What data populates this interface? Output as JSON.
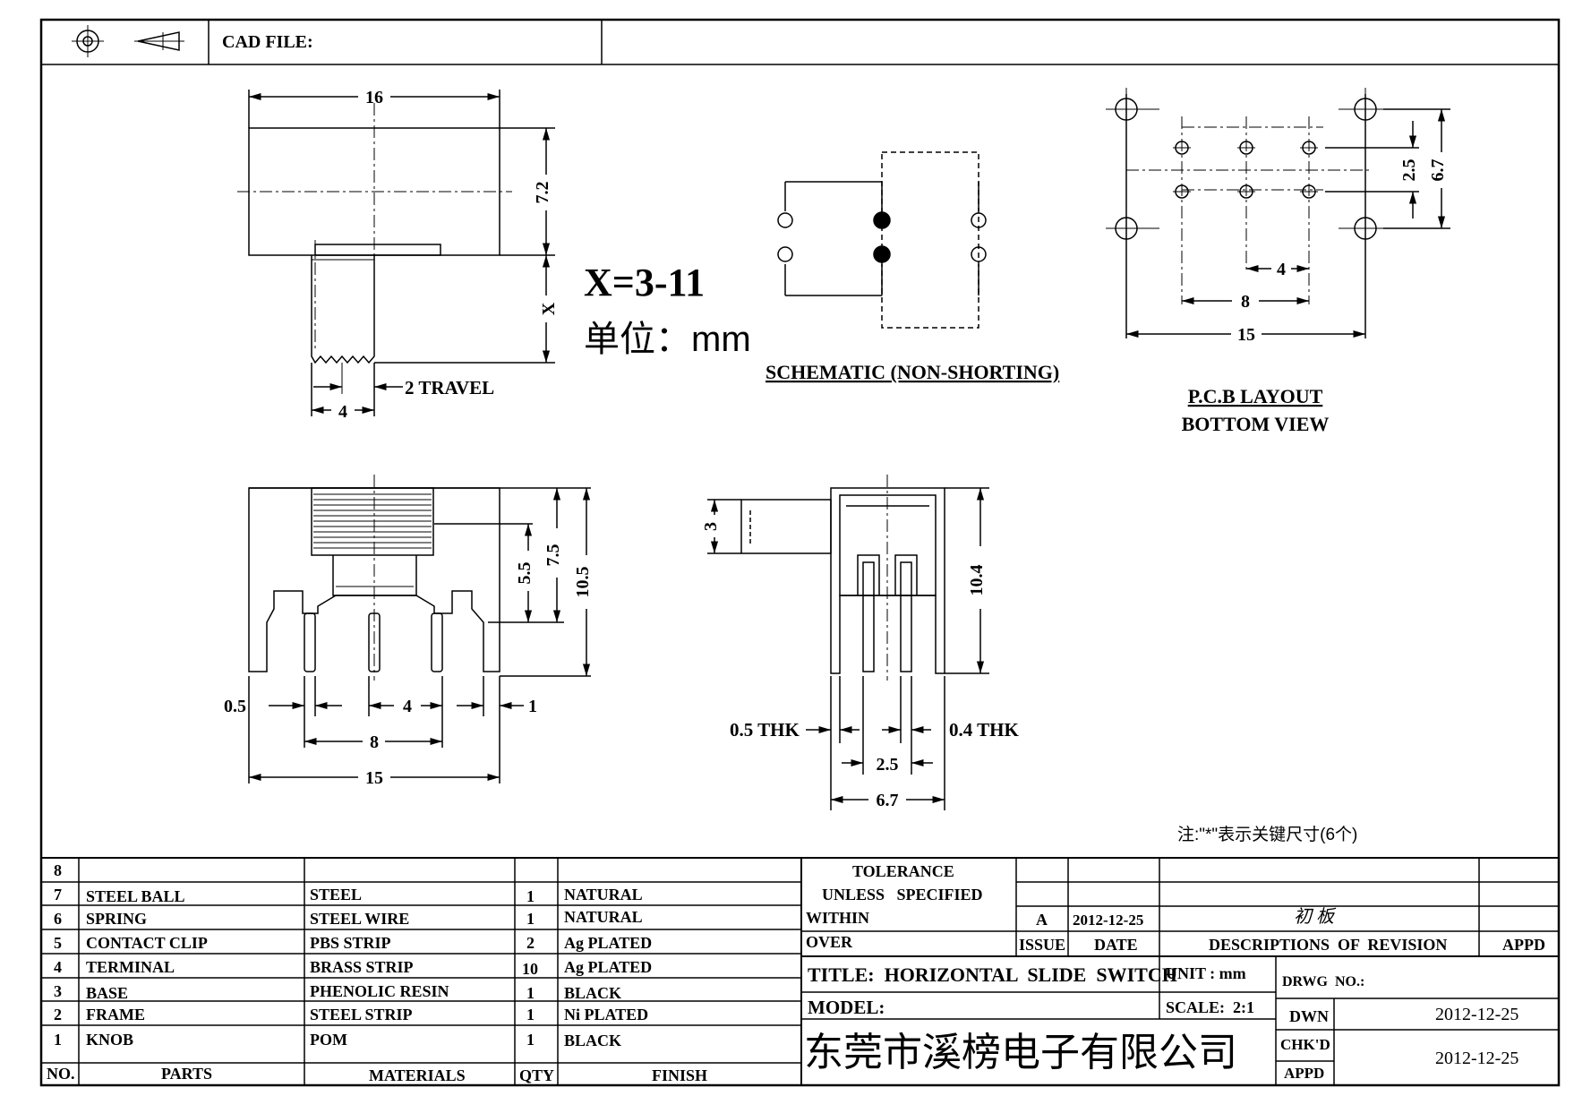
{
  "header": {
    "cad_file_label": "CAD FILE:"
  },
  "top_view": {
    "width": "16",
    "height": "7.2",
    "x_label": "X",
    "travel": "2 TRAVEL",
    "knob_width": "4"
  },
  "x_range": "X=3-11",
  "unit_note": "单位：mm",
  "schematic_title": "SCHEMATIC (NON-SHORTING)",
  "pcb": {
    "title": "P.C.B LAYOUT",
    "subtitle": "BOTTOM VIEW",
    "dim_2_5": "2.5",
    "dim_6_7": "6.7",
    "dim_4": "4",
    "dim_8": "8",
    "dim_15": "15"
  },
  "front_view": {
    "h_5_5": "5.5",
    "h_7_5": "7.5",
    "h_10_5": "10.5",
    "d_0_5": "0.5",
    "d_4": "4",
    "d_1": "1",
    "d_8": "8",
    "d_15": "15"
  },
  "side_view": {
    "d_3": "3",
    "h_10_4": "10.4",
    "thk_left": "0.5 THK",
    "thk_right": "0.4 THK",
    "d_2_5": "2.5",
    "d_6_7": "6.7"
  },
  "footnote": "注:\"*\"表示关键尺寸(6个)",
  "bom": {
    "rows": [
      {
        "no": "8",
        "part": "",
        "material": "",
        "qty": "",
        "finish": ""
      },
      {
        "no": "7",
        "part": "STEEL BALL",
        "material": "STEEL",
        "qty": "1",
        "finish": "NATURAL"
      },
      {
        "no": "6",
        "part": "SPRING",
        "material": "STEEL WIRE",
        "qty": "1",
        "finish": "NATURAL"
      },
      {
        "no": "5",
        "part": "CONTACT CLIP",
        "material": "PBS STRIP",
        "qty": "2",
        "finish": "Ag PLATED"
      },
      {
        "no": "4",
        "part": "TERMINAL",
        "material": "BRASS STRIP",
        "qty": "10",
        "finish": "Ag PLATED"
      },
      {
        "no": "3",
        "part": "BASE",
        "material": "PHENOLIC RESIN",
        "qty": "1",
        "finish": "BLACK"
      },
      {
        "no": "2",
        "part": "FRAME",
        "material": "STEEL STRIP",
        "qty": "1",
        "finish": "Ni PLATED"
      },
      {
        "no": "1",
        "part": "KNOB",
        "material": "POM",
        "qty": "1",
        "finish": "BLACK"
      }
    ],
    "headers": {
      "no": "NO.",
      "parts": "PARTS",
      "materials": "MATERIALS",
      "qty": "QTY",
      "finish": "FINISH"
    }
  },
  "title_block": {
    "tolerance": "TOLERANCE",
    "unless": "UNLESS   SPECIFIED",
    "within": "WITHIN",
    "over": "OVER",
    "rev_letter": "A",
    "rev_date": "2012-12-25",
    "rev_desc": "初 板",
    "issue": "ISSUE",
    "date": "DATE",
    "descriptions": "DESCRIPTIONS  OF  REVISION",
    "appd": "APPD",
    "title": "TITLE:  HORIZONTAL  SLIDE  SWITCH",
    "unit": "UNIT : mm",
    "drwg_no": "DRWG  NO.:",
    "model": "MODEL:",
    "scale": "SCALE:  2:1",
    "dwn": "DWN",
    "dwn_date": "2012-12-25",
    "company": "东莞市溪榜电子有限公司",
    "chkd": "CHK'D",
    "appd2": "APPD",
    "chk_date": "2012-12-25"
  }
}
